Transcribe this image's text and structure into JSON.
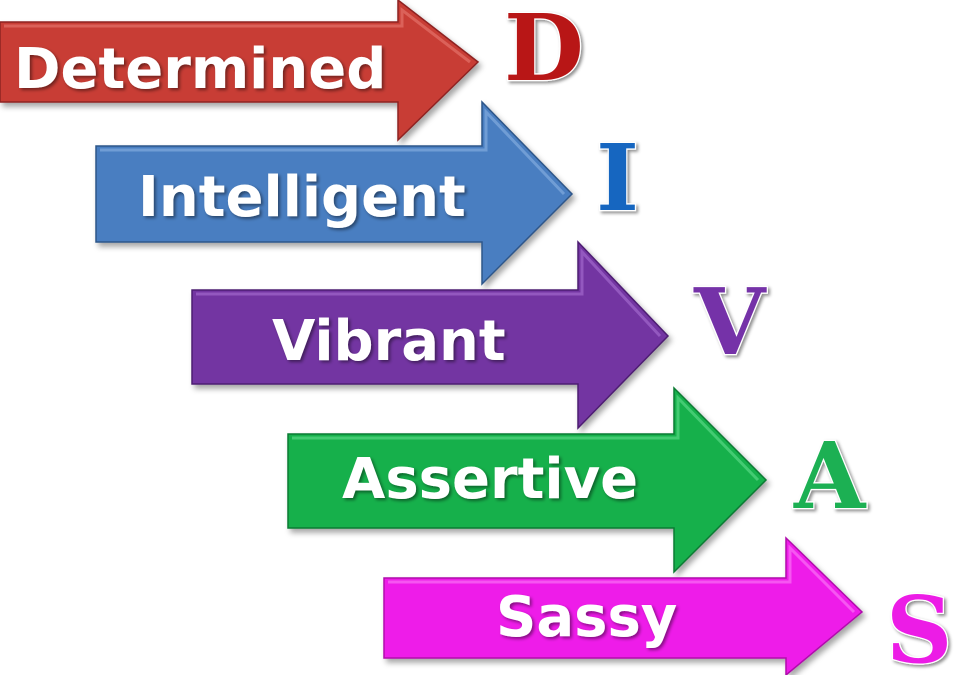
{
  "acrostic": [
    {
      "letter": "D",
      "word": "Determined",
      "color": "#c83c36",
      "light": "#e06a63",
      "dark": "#8e2420",
      "letter_color": "#b81416"
    },
    {
      "letter": "I",
      "word": "Intelligent",
      "color": "#4a7ec1",
      "light": "#7aa5da",
      "dark": "#2d5689",
      "letter_color": "#1466c0"
    },
    {
      "letter": "V",
      "word": "Vibrant",
      "color": "#7335a2",
      "light": "#9b62c7",
      "dark": "#4d1f72",
      "letter_color": "#7433a8"
    },
    {
      "letter": "A",
      "word": "Assertive",
      "color": "#12b04c",
      "light": "#4fd27c",
      "dark": "#0a7a33",
      "letter_color": "#1cb053"
    },
    {
      "letter": "S",
      "word": "Sassy",
      "color": "#ee1ce9",
      "light": "#f765f2",
      "dark": "#b00cab",
      "letter_color": "#ec1ce6"
    }
  ]
}
